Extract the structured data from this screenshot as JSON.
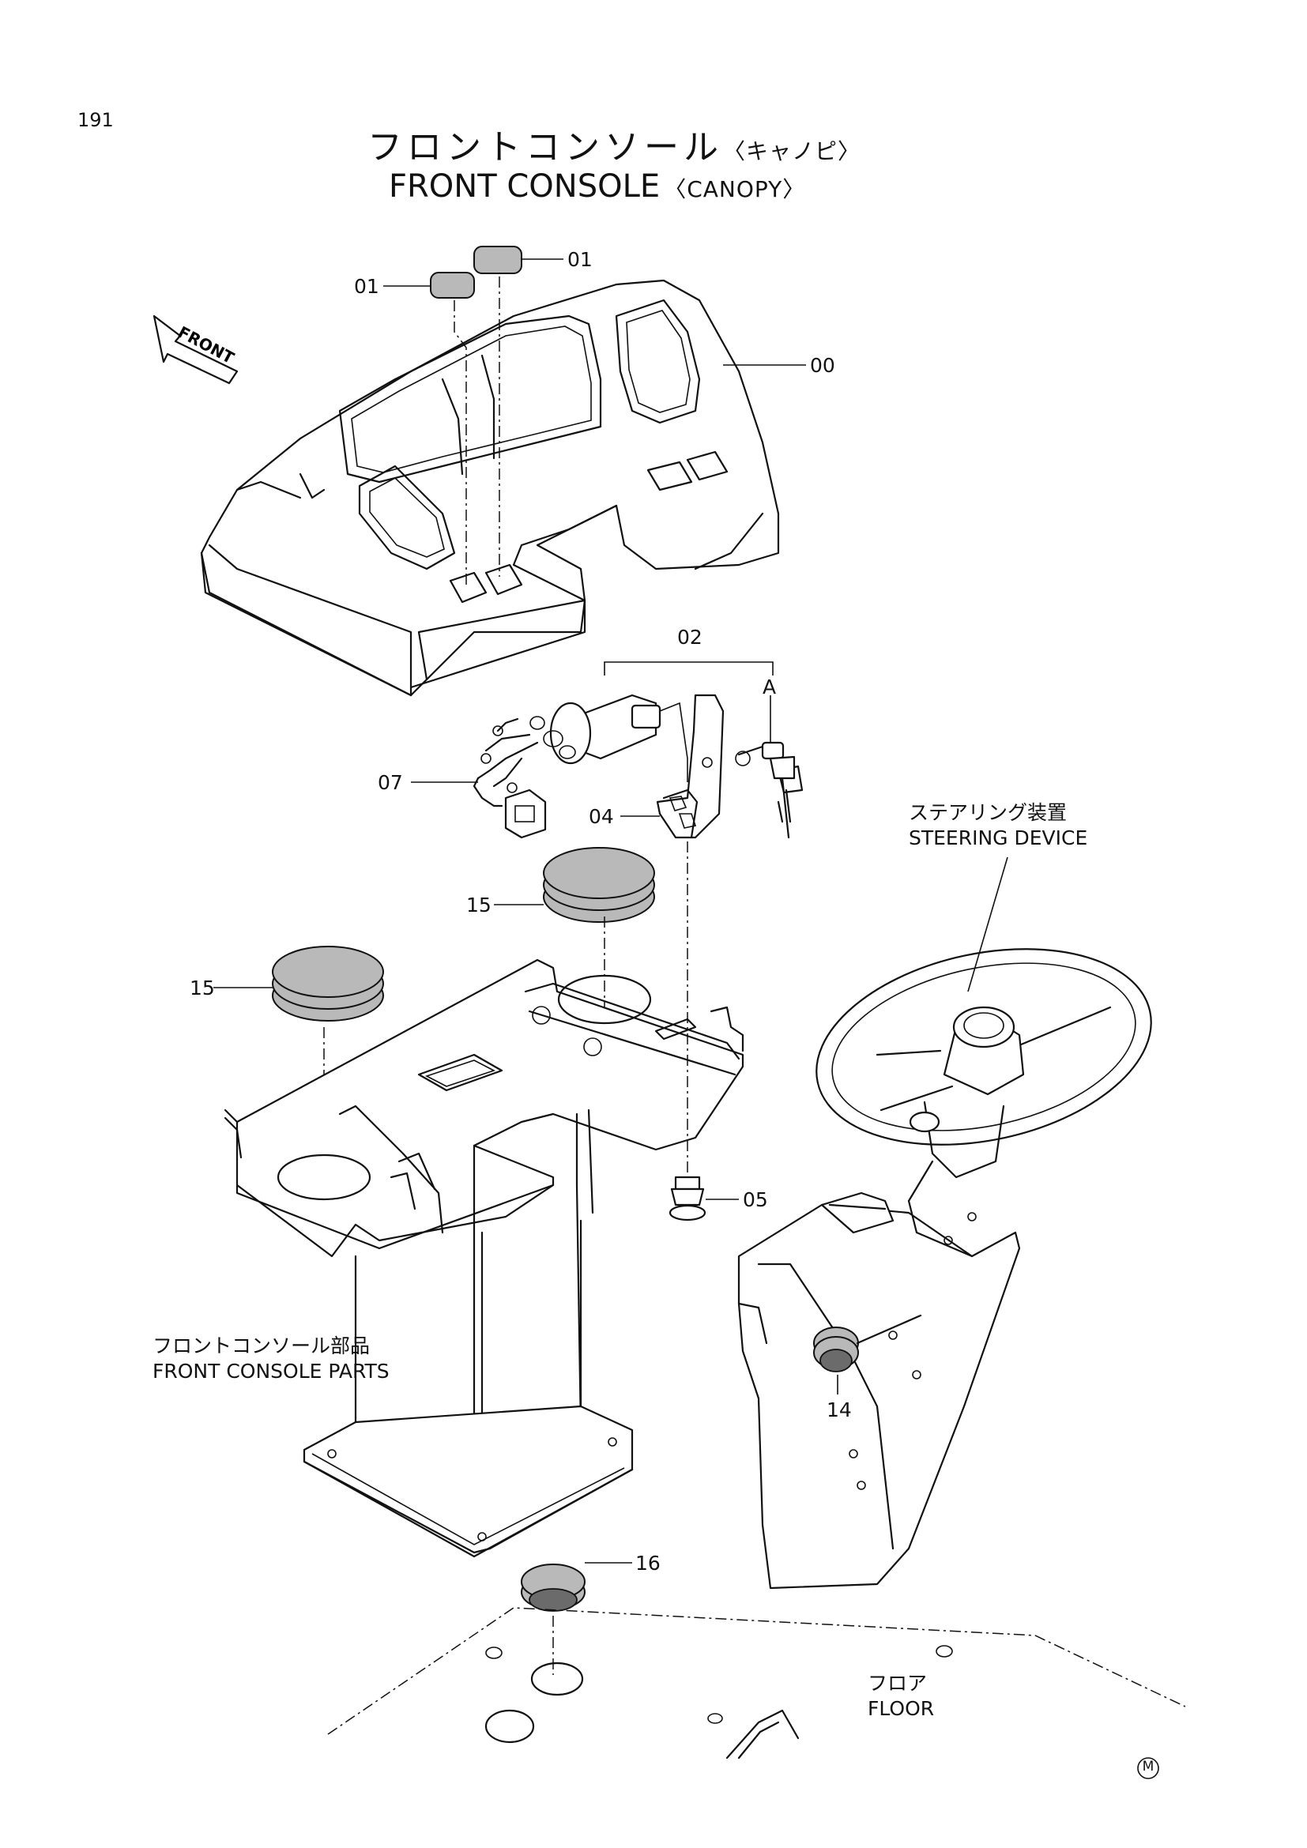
{
  "page_number": "191",
  "title": {
    "jp_main": "フロントコンソール",
    "jp_sub": "〈キャノピ〉",
    "en_main": "FRONT CONSOLE",
    "en_sub": "〈CANOPY〉"
  },
  "front_arrow_label": "FRONT",
  "callouts": {
    "c00": "00",
    "c01a": "01",
    "c01b": "01",
    "c02": "02",
    "cA": "A",
    "c04": "04",
    "c05": "05",
    "c07": "07",
    "c14": "14",
    "c15a": "15",
    "c15b": "15",
    "c16": "16"
  },
  "notes": {
    "steering_jp": "ステアリング装置",
    "steering_en": "STEERING DEVICE",
    "parts_jp": "フロントコンソール部品",
    "parts_en": "FRONT CONSOLE PARTS",
    "floor_jp": "フロア",
    "floor_en": "FLOOR"
  },
  "mark": "M"
}
